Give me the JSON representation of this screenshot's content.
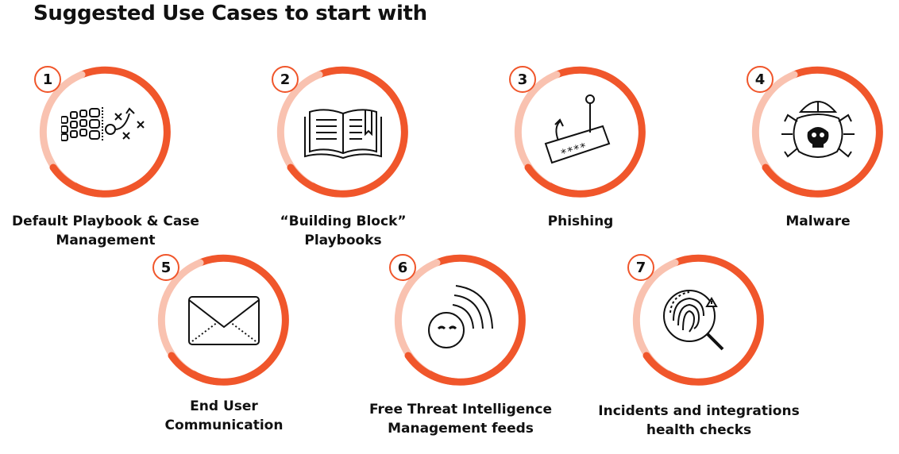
{
  "title": "Suggested Use Cases to start with",
  "colors": {
    "accent": "#f0562b",
    "accent_light": "#f8b4a0"
  },
  "use_cases": [
    {
      "number": "1",
      "line1": "Default Playbook & Case",
      "line2": "Management",
      "icon": "playbook-strategy-icon"
    },
    {
      "number": "2",
      "line1": "“Building Block”",
      "line2": "Playbooks",
      "icon": "open-book-icon"
    },
    {
      "number": "3",
      "line1": "Phishing",
      "line2": "",
      "icon": "phishing-hook-password-icon"
    },
    {
      "number": "4",
      "line1": "Malware",
      "line2": "",
      "icon": "malware-bug-skull-icon"
    },
    {
      "number": "5",
      "line1": "End User",
      "line2": "Communication",
      "icon": "envelope-icon"
    },
    {
      "number": "6",
      "line1": "Free Threat Intelligence",
      "line2": "Management feeds",
      "icon": "threat-signal-icon"
    },
    {
      "number": "7",
      "line1": "Incidents and integrations",
      "line2": "health checks",
      "icon": "fingerprint-magnifier-icon"
    }
  ]
}
